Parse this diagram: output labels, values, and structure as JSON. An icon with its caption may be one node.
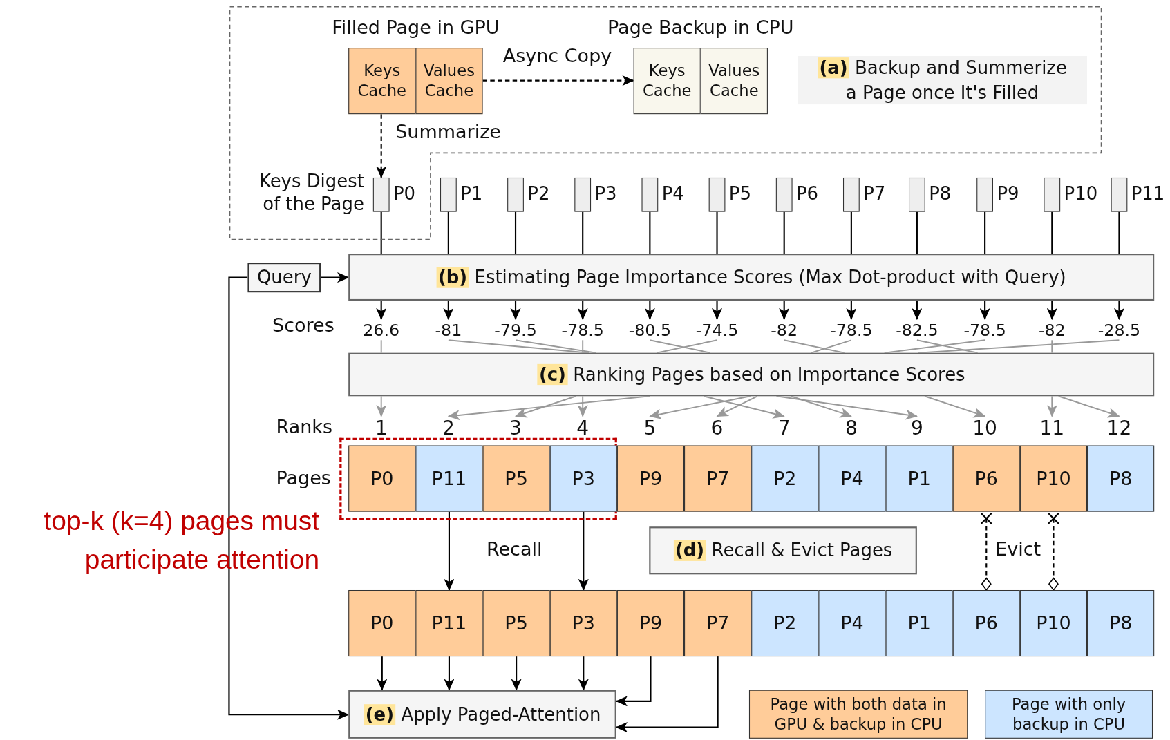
{
  "diagram": {
    "nodes": [
      {
        "text": [],
        "shape": "box"
      },
      {
        "text": [
          "Filled Page in GPU"
        ],
        "in": 0
      },
      {
        "text": [
          "Keys Cache"
        ],
        "in": 1
      },
      {
        "text": [
          "Values Cache"
        ],
        "in": 1
      },
      {
        "text": [
          "Page Backup in CPU"
        ],
        "in": 0
      },
      {
        "text": [
          "Keys Cache"
        ],
        "in": 4
      },
      {
        "text": [
          "Values Cache"
        ],
        "in": 4
      },
      {
        "text": [
          "**(a)** Backup and Summerize a Page once It's Filled"
        ],
        "in": 0
      },
      {
        "text": [],
        "shape": "bar",
        "beside": [
          "Keys Digest of the Page",
          "P0"
        ],
        "in": 0
      },
      {
        "text": [],
        "shape": "bar",
        "beside": [
          "P1"
        ]
      },
      {
        "text": [],
        "shape": "bar",
        "beside": [
          "P2"
        ]
      },
      {
        "text": [],
        "shape": "bar",
        "beside": [
          "P3"
        ]
      },
      {
        "text": [],
        "shape": "bar",
        "beside": [
          "P4"
        ]
      },
      {
        "text": [],
        "shape": "bar",
        "beside": [
          "P5"
        ]
      },
      {
        "text": [],
        "shape": "bar",
        "beside": [
          "P6"
        ]
      },
      {
        "text": [],
        "shape": "bar",
        "beside": [
          "P7"
        ]
      },
      {
        "text": [],
        "shape": "bar",
        "beside": [
          "P8"
        ]
      },
      {
        "text": [],
        "shape": "bar",
        "beside": [
          "P9"
        ]
      },
      {
        "text": [],
        "shape": "bar",
        "beside": [
          "P10"
        ]
      },
      {
        "text": [],
        "shape": "bar",
        "beside": [
          "P11"
        ]
      },
      {
        "text": [
          "Query"
        ]
      },
      {
        "text": [
          "**(b)** Estimating Page Importance Scores (Max Dot-product with Query)"
        ]
      },
      {
        "text": [
          "26.6"
        ]
      },
      {
        "text": [
          "-81"
        ]
      },
      {
        "text": [
          "-79.5"
        ]
      },
      {
        "text": [
          "-78.5"
        ]
      },
      {
        "text": [
          "-80.5"
        ]
      },
      {
        "text": [
          "-74.5"
        ]
      },
      {
        "text": [
          "-82"
        ]
      },
      {
        "text": [
          "-78.5"
        ]
      },
      {
        "text": [
          "-82.5"
        ]
      },
      {
        "text": [
          "-78.5"
        ]
      },
      {
        "text": [
          "-82"
        ]
      },
      {
        "text": [
          "-28.5"
        ]
      },
      {
        "text": [
          "**(c)** Ranking Pages based on Importance Scores"
        ]
      },
      {
        "text": [
          "1"
        ]
      },
      {
        "text": [
          "2"
        ]
      },
      {
        "text": [
          "3"
        ]
      },
      {
        "text": [
          "4"
        ]
      },
      {
        "text": [
          "5"
        ]
      },
      {
        "text": [
          "6"
        ]
      },
      {
        "text": [
          "7"
        ]
      },
      {
        "text": [
          "8"
        ]
      },
      {
        "text": [
          "9"
        ]
      },
      {
        "text": [
          "10"
        ]
      },
      {
        "text": [
          "11"
        ]
      },
      {
        "text": [
          "12"
        ]
      },
      {
        "text": [],
        "shape": "box",
        "beside": [
          "top-k (k=4) pages must participate attention"
        ]
      },
      {
        "text": [
          "P0"
        ],
        "in": 47
      },
      {
        "text": [
          "P11"
        ],
        "in": 47
      },
      {
        "text": [
          "P5"
        ],
        "in": 47
      },
      {
        "text": [
          "P3"
        ],
        "in": 47
      },
      {
        "text": [
          "P9"
        ]
      },
      {
        "text": [
          "P7"
        ]
      },
      {
        "text": [
          "P2"
        ]
      },
      {
        "text": [
          "P4"
        ]
      },
      {
        "text": [
          "P1"
        ]
      },
      {
        "text": [
          "P6"
        ]
      },
      {
        "text": [
          "P10"
        ]
      },
      {
        "text": [
          "P8"
        ]
      },
      {
        "text": [
          "**(d)** Recall & Evict Pages"
        ]
      },
      {
        "text": [
          "P0"
        ]
      },
      {
        "text": [
          "P11"
        ]
      },
      {
        "text": [
          "P5"
        ]
      },
      {
        "text": [
          "P3"
        ]
      },
      {
        "text": [
          "P9"
        ]
      },
      {
        "text": [
          "P7"
        ]
      },
      {
        "text": [
          "P2"
        ]
      },
      {
        "text": [
          "P4"
        ]
      },
      {
        "text": [
          "P1"
        ]
      },
      {
        "text": [
          "P6"
        ]
      },
      {
        "text": [
          "P10"
        ]
      },
      {
        "text": [
          "P8"
        ]
      },
      {
        "text": [
          "**(e)** Apply Paged-Attention"
        ]
      }
    ],
    "edges": [
      {
        "from": 1,
        "to": 4,
        "arrow": "to",
        "style": "dashed",
        "label": "Async Copy"
      },
      {
        "from": 2,
        "to": 8,
        "arrow": "to",
        "style": "dashed",
        "label": "Summarize"
      },
      {
        "from": 8,
        "to": 21,
        "arrow": "none"
      },
      {
        "from": 9,
        "to": 21,
        "arrow": "none"
      },
      {
        "from": 10,
        "to": 21,
        "arrow": "none"
      },
      {
        "from": 11,
        "to": 21,
        "arrow": "none"
      },
      {
        "from": 12,
        "to": 21,
        "arrow": "none"
      },
      {
        "from": 13,
        "to": 21,
        "arrow": "none"
      },
      {
        "from": 14,
        "to": 21,
        "arrow": "none"
      },
      {
        "from": 15,
        "to": 21,
        "arrow": "none"
      },
      {
        "from": 16,
        "to": 21,
        "arrow": "none"
      },
      {
        "from": 17,
        "to": 21,
        "arrow": "none"
      },
      {
        "from": 18,
        "to": 21,
        "arrow": "none"
      },
      {
        "from": 19,
        "to": 21,
        "arrow": "none"
      },
      {
        "from": 20,
        "to": 21,
        "arrow": "to"
      },
      {
        "from": 21,
        "to": 22,
        "arrow": "to"
      },
      {
        "from": 21,
        "to": 23,
        "arrow": "to"
      },
      {
        "from": 21,
        "to": 24,
        "arrow": "to"
      },
      {
        "from": 21,
        "to": 25,
        "arrow": "to"
      },
      {
        "from": 21,
        "to": 26,
        "arrow": "to"
      },
      {
        "from": 21,
        "to": 27,
        "arrow": "to"
      },
      {
        "from": 21,
        "to": 28,
        "arrow": "to"
      },
      {
        "from": 21,
        "to": 29,
        "arrow": "to"
      },
      {
        "from": 21,
        "to": 30,
        "arrow": "to"
      },
      {
        "from": 21,
        "to": 31,
        "arrow": "to"
      },
      {
        "from": 21,
        "to": 32,
        "arrow": "to"
      },
      {
        "from": 21,
        "to": 33,
        "arrow": "to"
      },
      {
        "from": 22,
        "to": 34,
        "arrow": "none",
        "color": "#999999"
      },
      {
        "from": 23,
        "to": 34,
        "arrow": "none",
        "color": "#999999"
      },
      {
        "from": 24,
        "to": 34,
        "arrow": "none",
        "color": "#999999"
      },
      {
        "from": 25,
        "to": 34,
        "arrow": "none",
        "color": "#999999"
      },
      {
        "from": 26,
        "to": 34,
        "arrow": "none",
        "color": "#999999"
      },
      {
        "from": 27,
        "to": 34,
        "arrow": "none",
        "color": "#999999"
      },
      {
        "from": 28,
        "to": 34,
        "arrow": "none",
        "color": "#999999"
      },
      {
        "from": 29,
        "to": 34,
        "arrow": "none",
        "color": "#999999"
      },
      {
        "from": 30,
        "to": 34,
        "arrow": "none",
        "color": "#999999"
      },
      {
        "from": 31,
        "to": 34,
        "arrow": "none",
        "color": "#999999"
      },
      {
        "from": 32,
        "to": 34,
        "arrow": "none",
        "color": "#999999"
      },
      {
        "from": 33,
        "to": 34,
        "arrow": "none",
        "color": "#999999"
      },
      {
        "from": 34,
        "to": 35,
        "arrow": "to",
        "color": "#999999"
      },
      {
        "from": 34,
        "to": 36,
        "arrow": "to",
        "color": "#999999"
      },
      {
        "from": 34,
        "to": 37,
        "arrow": "to",
        "color": "#999999"
      },
      {
        "from": 34,
        "to": 38,
        "arrow": "to",
        "color": "#999999"
      },
      {
        "from": 34,
        "to": 39,
        "arrow": "to",
        "color": "#999999"
      },
      {
        "from": 34,
        "to": 40,
        "arrow": "to",
        "color": "#999999"
      },
      {
        "from": 34,
        "to": 41,
        "arrow": "to",
        "color": "#999999"
      },
      {
        "from": 34,
        "to": 42,
        "arrow": "to",
        "color": "#999999"
      },
      {
        "from": 34,
        "to": 43,
        "arrow": "to",
        "color": "#999999"
      },
      {
        "from": 34,
        "to": 44,
        "arrow": "to",
        "color": "#999999"
      },
      {
        "from": 34,
        "to": 45,
        "arrow": "to",
        "color": "#999999"
      },
      {
        "from": 34,
        "to": 46,
        "arrow": "to",
        "color": "#999999"
      },
      {
        "from": 49,
        "to": 62,
        "arrow": "to"
      },
      {
        "from": 51,
        "to": 64,
        "arrow": "to"
      },
      {
        "from": 57,
        "to": 70,
        "arrow": "other",
        "style": "dashed"
      },
      {
        "from": 58,
        "to": 71,
        "arrow": "other",
        "style": "dashed"
      },
      {
        "from": 61,
        "to": 73,
        "arrow": "to"
      },
      {
        "from": 62,
        "to": 73,
        "arrow": "to"
      },
      {
        "from": 63,
        "to": 73,
        "arrow": "to"
      },
      {
        "from": 64,
        "to": 73,
        "arrow": "to"
      },
      {
        "from": 65,
        "to": 73,
        "arrow": "to"
      },
      {
        "from": 66,
        "to": 73,
        "arrow": "to"
      },
      {
        "from": 20,
        "to": 73,
        "arrow": "to"
      }
    ],
    "labels": [
      "Scores",
      "Ranks",
      "Pages",
      "Recall",
      "Evict"
    ],
    "legend": [
      {
        "text": "Page with both data in GPU & backup in CPU",
        "color": "#ffcc99"
      },
      {
        "text": "Page with only backup in CPU",
        "color": "#cce5ff"
      }
    ]
  }
}
